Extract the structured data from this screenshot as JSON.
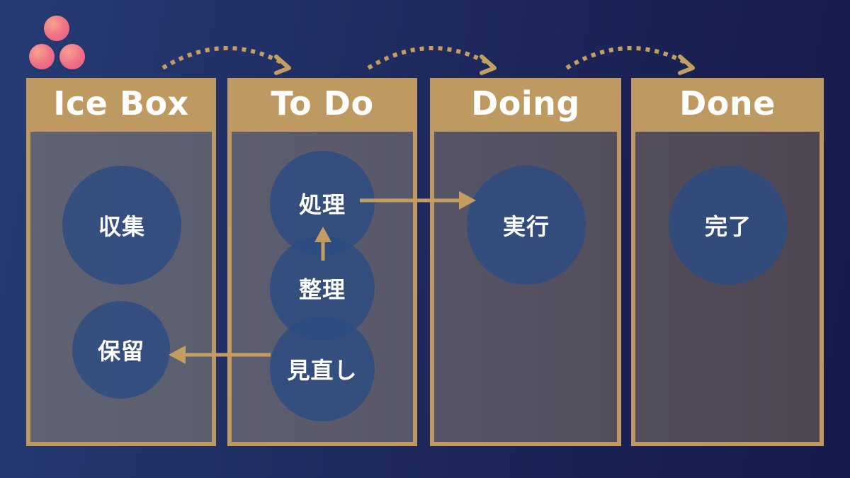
{
  "brand": {
    "logo_icon": "asana-three-dots-icon",
    "dot_color": "#ef6f86"
  },
  "colors": {
    "frame": "#be9a62",
    "node": "#2c4c82",
    "arrow": "#c39e62"
  },
  "columns": [
    {
      "id": "icebox",
      "title": "Ice Box"
    },
    {
      "id": "todo",
      "title": "To Do"
    },
    {
      "id": "doing",
      "title": "Doing"
    },
    {
      "id": "done",
      "title": "Done"
    }
  ],
  "nodes": {
    "shushu": "収集",
    "horyu": "保留",
    "shori": "処理",
    "seiri": "整理",
    "minaoshi": "見直し",
    "jikko": "実行",
    "kanryo": "完了"
  },
  "edges": [
    {
      "from": "seiri",
      "to": "shori"
    },
    {
      "from": "shori",
      "to": "jikko"
    },
    {
      "from": "minaoshi",
      "to": "horyu"
    }
  ],
  "flow_arrows": [
    {
      "from": "icebox",
      "to": "todo",
      "style": "dotted"
    },
    {
      "from": "todo",
      "to": "doing",
      "style": "dotted"
    },
    {
      "from": "doing",
      "to": "done",
      "style": "dotted"
    }
  ]
}
